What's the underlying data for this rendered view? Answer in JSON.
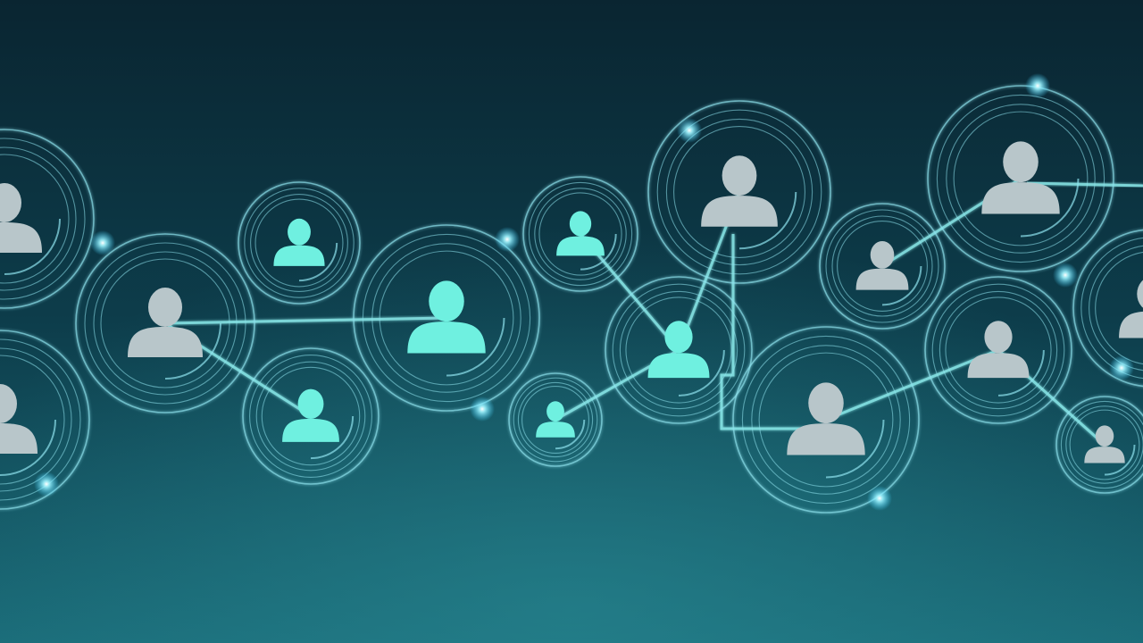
{
  "colors": {
    "background_top": "#0a2531",
    "background_mid": "#0d3d4b",
    "background_bottom": "#1a6b78",
    "ring": "#8fe3ee",
    "ring_glow": "#4fd8ff",
    "link": "#8ff0f0",
    "spark": "#bff6ff",
    "person_gray": "#b8c6ca",
    "person_cyan": "#6ff0e0"
  },
  "nodes": [
    {
      "id": "n-left-top",
      "style": "gray"
    },
    {
      "id": "n-left-bottom",
      "style": "gray"
    },
    {
      "id": "n-a",
      "style": "gray"
    },
    {
      "id": "n-b",
      "style": "cyan"
    },
    {
      "id": "n-c",
      "style": "cyan"
    },
    {
      "id": "n-d",
      "style": "cyan"
    },
    {
      "id": "n-e",
      "style": "cyan"
    },
    {
      "id": "n-f",
      "style": "cyan"
    },
    {
      "id": "n-g",
      "style": "cyan"
    },
    {
      "id": "n-h",
      "style": "gray"
    },
    {
      "id": "n-i",
      "style": "gray"
    },
    {
      "id": "n-j",
      "style": "gray"
    },
    {
      "id": "n-k",
      "style": "gray"
    },
    {
      "id": "n-l",
      "style": "gray"
    },
    {
      "id": "n-m",
      "style": "gray"
    },
    {
      "id": "n-right-edge",
      "style": "gray"
    }
  ],
  "links": [
    [
      "n-a",
      "n-d"
    ],
    [
      "n-a",
      "n-c"
    ],
    [
      "n-e",
      "n-g"
    ],
    [
      "n-g",
      "n-f"
    ],
    [
      "n-h",
      "n-g"
    ],
    [
      "n-i",
      "n-j"
    ],
    [
      "n-k",
      "n-l"
    ],
    [
      "n-l",
      "n-m"
    ]
  ]
}
